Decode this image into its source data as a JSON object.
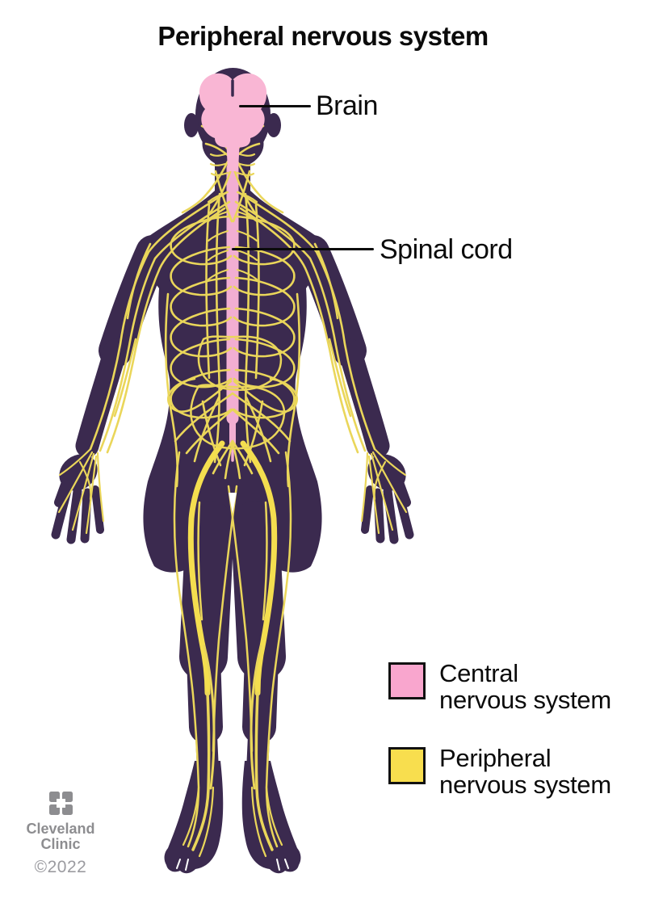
{
  "title": "Peripheral nervous system",
  "annotations": {
    "brain": {
      "label": "Brain"
    },
    "spinal_cord": {
      "label": "Spinal cord"
    }
  },
  "legend": {
    "items": [
      {
        "line1": "Central",
        "line2": "nervous system"
      },
      {
        "line1": "Peripheral",
        "line2": "nervous system"
      }
    ]
  },
  "attribution": {
    "logo_icon": "cleveland-clinic-logo-mark",
    "org_line1": "Cleveland",
    "org_line2": "Clinic",
    "copyright": "©2022"
  },
  "colors": {
    "background": "#FFFFFF",
    "body_purple": "#3B2A4F",
    "nerve_yellow": "#EAD65A",
    "nerve_bright": "#F4DE4F",
    "brain_pink": "#F9B6D4",
    "cord_pink": "#F2AED2",
    "legend_pink": "#F9A6CE",
    "legend_yellow": "#F8DE4E",
    "label_text": "#0B0B0B",
    "attribution_gray": "#8D8D90",
    "copyright_gray": "#9B9BA0"
  }
}
